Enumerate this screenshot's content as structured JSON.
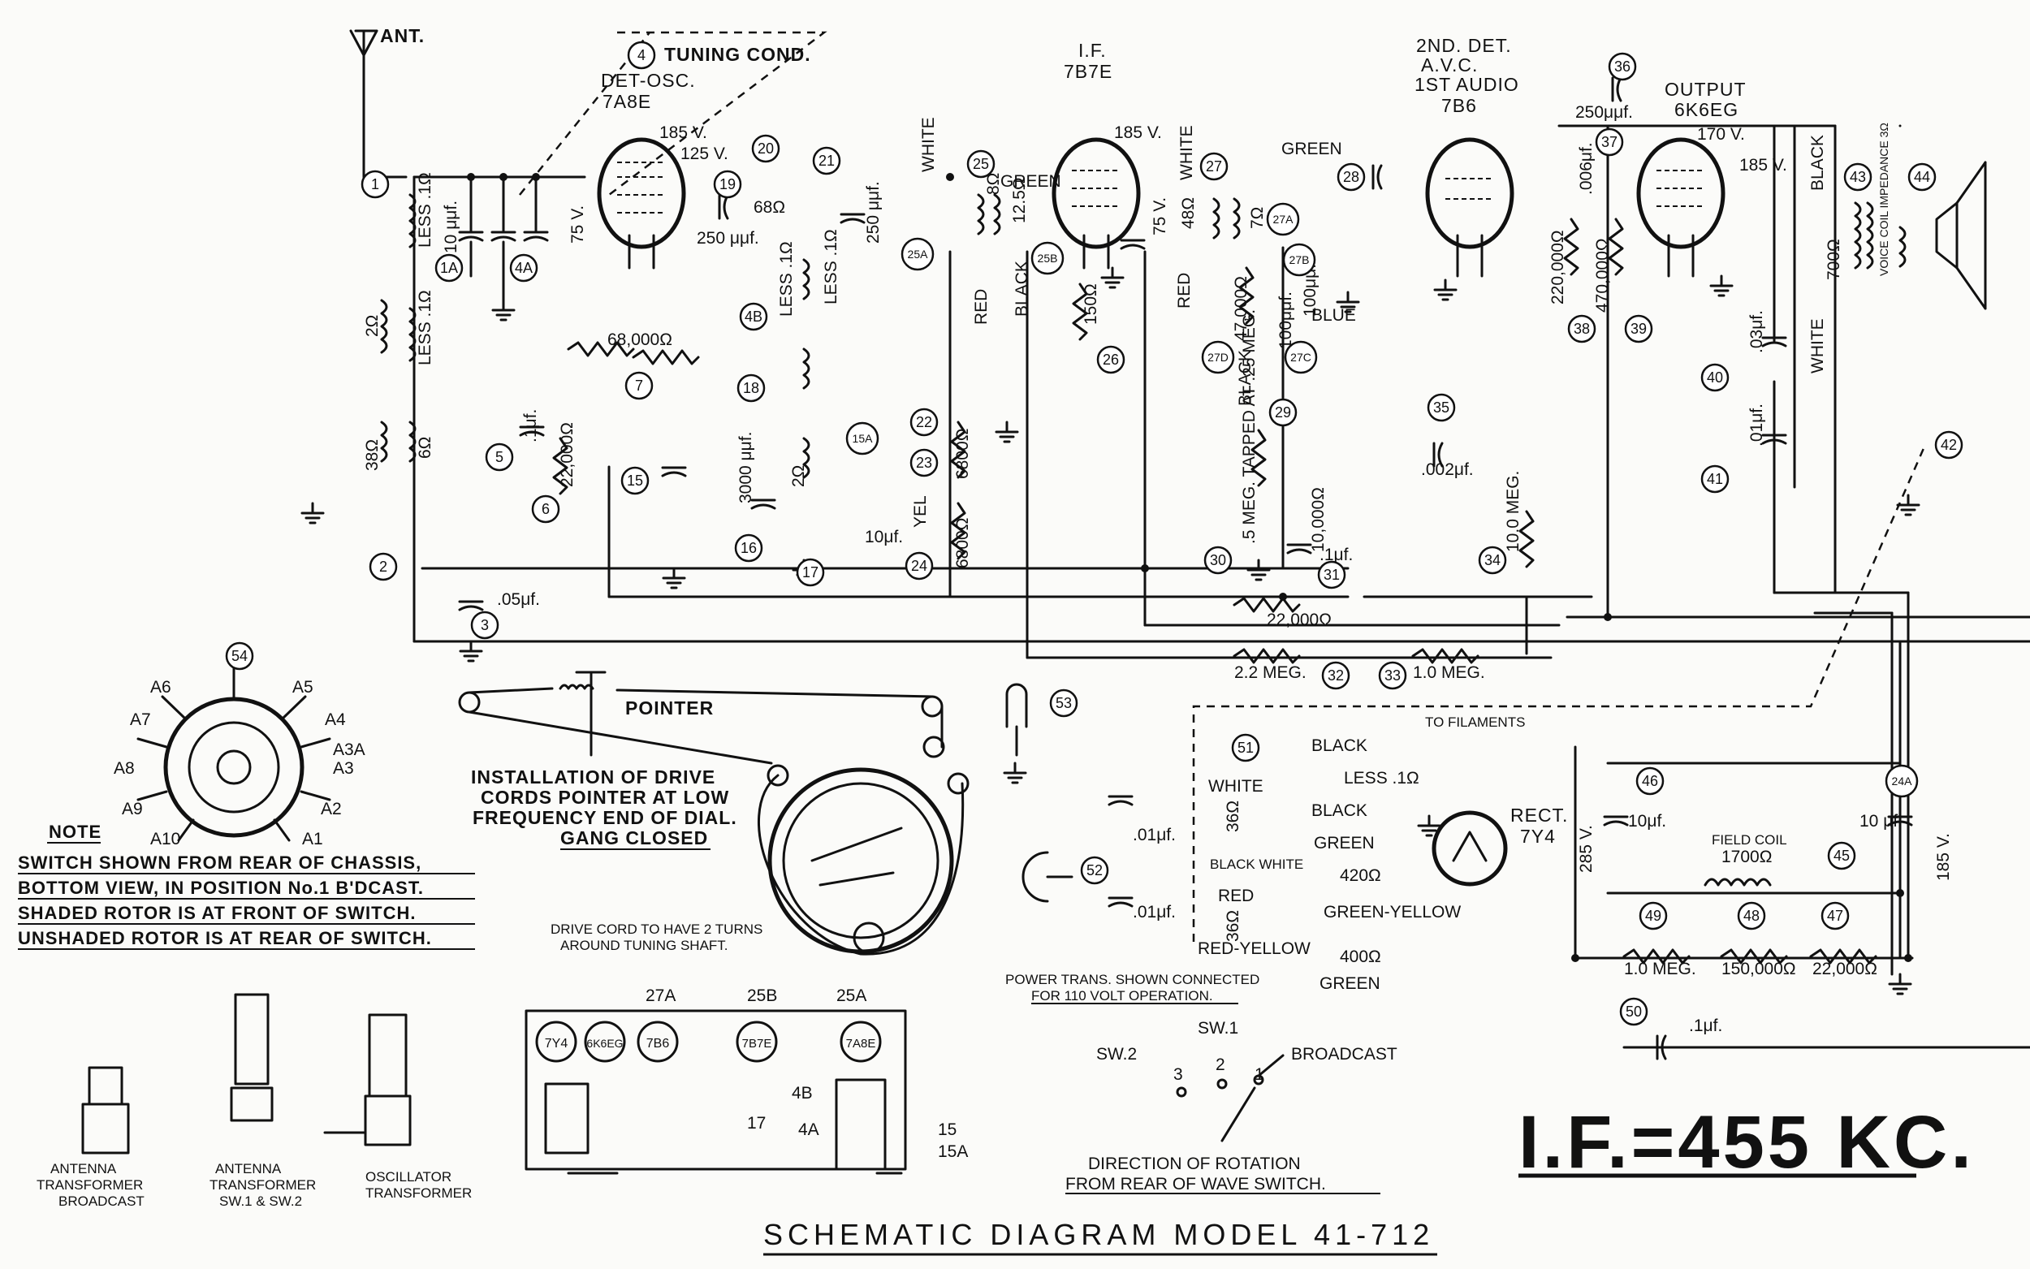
{
  "title": "SCHEMATIC DIAGRAM MODEL 41-712",
  "if_label": "I.F.=455 KC.",
  "antenna": "ANT.",
  "tuning_cond": "TUNING COND.",
  "tubes": {
    "osc": [
      "DET-OSC.",
      "7A8E"
    ],
    "if": [
      "I.F.",
      "7B7E"
    ],
    "det": [
      "2ND. DET.",
      "A.V.C.",
      "1ST AUDIO",
      "7B6"
    ],
    "out": [
      "OUTPUT",
      "6K6EG"
    ],
    "rect": [
      "RECT.",
      "7Y4"
    ]
  },
  "voltages": [
    "185 V.",
    "125 V.",
    "75 V.",
    "185 V.",
    "75 V.",
    "170 V.",
    "185 V.",
    "285 V.",
    "185 V."
  ],
  "values": [
    "LESS .1Ω",
    "10 μμf.",
    "LESS .1Ω",
    "2Ω",
    "38Ω",
    "6Ω",
    "250 μμf.",
    "68Ω",
    "250 μμf.",
    "LESS .1Ω",
    "LESS .1Ω",
    "68,000Ω",
    ".1μf.",
    "22,000Ω",
    "3000 μμf.",
    "2Ω",
    "6800Ω",
    "6800Ω",
    "10μf.",
    "YEL",
    ".05μf.",
    "8Ω",
    "12.5Ω",
    "150Ω",
    "48Ω",
    "7Ω",
    "47,000Ω",
    "100μμf.",
    "100μμf.",
    "BLUE",
    ".5 MEG. TAPPED AT .25 MEG.",
    "10,000Ω",
    ".1μf.",
    "22,000Ω",
    ".002μf.",
    "10.0 MEG.",
    "220,000Ω",
    "470,000Ω",
    "250μμf.",
    ".006μf.",
    "700Ω",
    ".03μf.",
    ".01μf.",
    "VOICE COIL IMPEDANCE 3Ω",
    "2.2 MEG.",
    "1.0 MEG."
  ],
  "wire_colors": [
    "WHITE",
    "GREEN",
    "RED",
    "BLACK",
    "WHITE",
    "RED",
    "GREEN",
    "BLACK",
    "BLACK",
    "WHITE"
  ],
  "switch_pos": [
    "A1",
    "A2",
    "A3",
    "A3A",
    "A4",
    "A5",
    "A6",
    "A7",
    "A8",
    "A9",
    "A10"
  ],
  "ref_nums": [
    "1",
    "2",
    "3",
    "4",
    "5",
    "6",
    "7",
    "15",
    "16",
    "17",
    "18",
    "19",
    "20",
    "21",
    "22",
    "23",
    "24",
    "25",
    "26",
    "27",
    "28",
    "29",
    "30",
    "31",
    "32",
    "33",
    "34",
    "35",
    "36",
    "37",
    "38",
    "39",
    "40",
    "41",
    "42",
    "43",
    "44",
    "45",
    "46",
    "47",
    "48",
    "49",
    "50",
    "51",
    "52",
    "53",
    "54",
    "1A",
    "4A",
    "4B",
    "15A",
    "25A",
    "25B",
    "27A",
    "27B",
    "27C",
    "27D",
    "24A"
  ],
  "note": {
    "heading": "NOTE",
    "lines": [
      "SWITCH SHOWN FROM REAR OF CHASSIS,",
      "BOTTOM VIEW, IN POSITION No.1 B'DCAST.",
      "SHADED ROTOR IS AT FRONT OF SWITCH.",
      "UNSHADED ROTOR IS AT REAR OF SWITCH."
    ]
  },
  "drive": {
    "pointer": "POINTER",
    "install": [
      "INSTALLATION OF DRIVE",
      "CORDS POINTER AT LOW",
      "FREQUENCY END OF DIAL.",
      "GANG CLOSED"
    ],
    "cord": [
      "DRIVE CORD TO HAVE 2 TURNS",
      "AROUND TUNING SHAFT."
    ]
  },
  "power": {
    "to_filaments": "TO FILAMENTS",
    "wires": [
      "WHITE",
      "BLACK",
      "BLACK",
      "GREEN",
      "BLACK WHITE",
      "RED",
      "GREEN-YELLOW",
      "RED-YELLOW",
      "GREEN"
    ],
    "values": [
      "LESS .1Ω",
      "36Ω",
      "420Ω",
      "36Ω",
      "400Ω",
      ".01μf.",
      ".01μf.",
      "10μf.",
      "10 μf.",
      "FIELD COIL",
      "1700Ω",
      "1.0 MEG.",
      "150,000Ω",
      "22,000Ω",
      ".1μf."
    ],
    "caption": [
      "POWER TRANS. SHOWN CONNECTED",
      "FOR 110 VOLT OPERATION."
    ]
  },
  "parts": {
    "ant_bc": [
      "ANTENNA",
      "TRANSFORMER",
      "BROADCAST"
    ],
    "ant_sw": [
      "ANTENNA",
      "TRANSFORMER",
      "SW.1 & SW.2"
    ],
    "osc_tr": [
      "OSCILLATOR",
      "TRANSFORMER"
    ]
  },
  "chassis": {
    "tubes": [
      "7Y4",
      "6K6EG",
      "7B6",
      "7B7E",
      "7A8E"
    ],
    "labels": [
      "27A",
      "25B",
      "25A",
      "4B",
      "17",
      "4A",
      "15",
      "15A"
    ]
  },
  "wave_switch": {
    "sw1": "SW.1",
    "sw2": "SW.2",
    "bc": "BROADCAST",
    "positions": [
      "3",
      "2",
      "1"
    ],
    "caption": [
      "DIRECTION OF ROTATION",
      "FROM REAR OF WAVE SWITCH."
    ]
  }
}
